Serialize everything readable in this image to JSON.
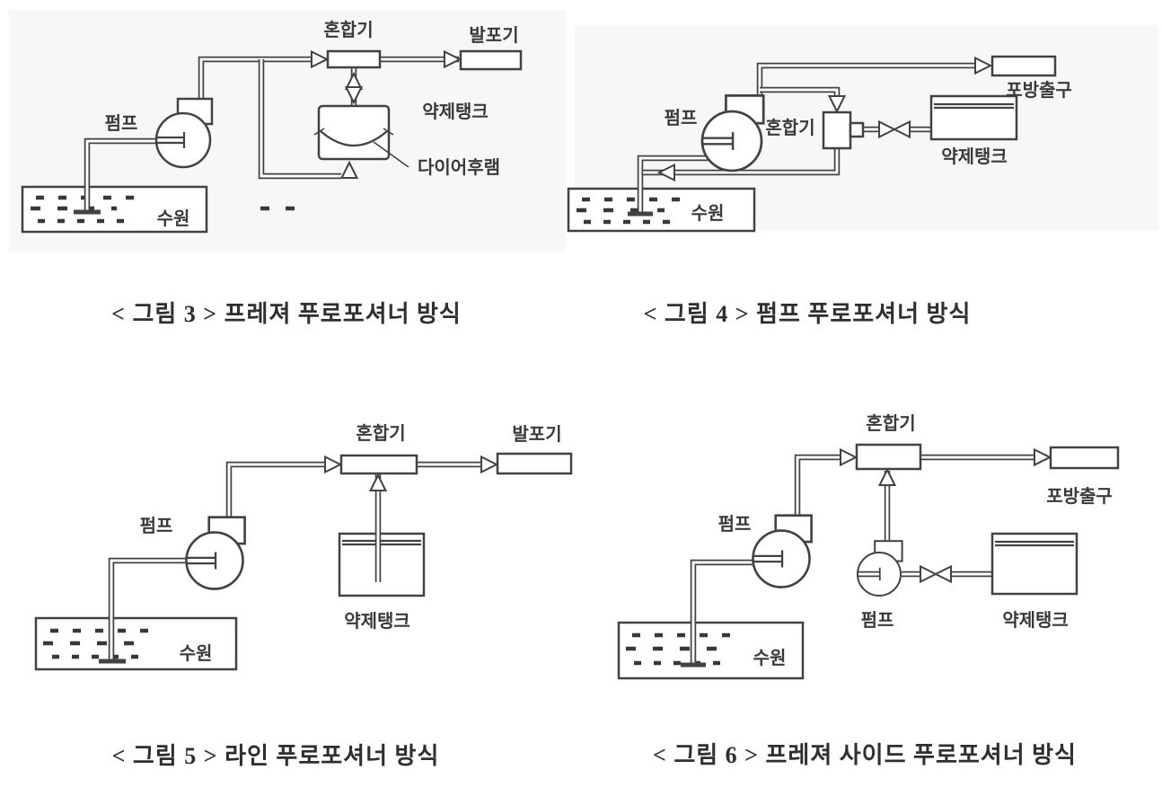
{
  "colors": {
    "background": "#ffffff",
    "panel": "#f7f7f7",
    "diagram_line": "#424242",
    "label_text": "#3a3a3a",
    "caption_text": "#2f2f2f"
  },
  "figures": [
    {
      "id": "figure-3",
      "caption": "< 그림 3 > 프레져 푸로포셔너 방식",
      "labels": {
        "pump": "펌프",
        "mixer": "혼합기",
        "foamer": "발포기",
        "agent_tank": "약제탱크",
        "diaphragm": "다이어후램",
        "water": "수원"
      }
    },
    {
      "id": "figure-4",
      "caption": "< 그림 4 > 펌프 푸로포셔너 방식",
      "labels": {
        "pump": "펌프",
        "mixer": "혼합기",
        "foam_outlet": "포방출구",
        "agent_tank": "약제탱크",
        "water": "수원"
      }
    },
    {
      "id": "figure-5",
      "caption": "< 그림 5 > 라인 푸로포셔너 방식",
      "labels": {
        "pump": "펌프",
        "mixer": "혼합기",
        "foamer": "발포기",
        "agent_tank": "약제탱크",
        "water": "수원"
      }
    },
    {
      "id": "figure-6",
      "caption": "< 그림 6 > 프레져 사이드 푸로포셔너 방식",
      "labels": {
        "pump": "펌프",
        "pump2": "펌프",
        "mixer": "혼합기",
        "foam_outlet": "포방출구",
        "agent_tank": "약제탱크",
        "water": "수원"
      }
    }
  ]
}
